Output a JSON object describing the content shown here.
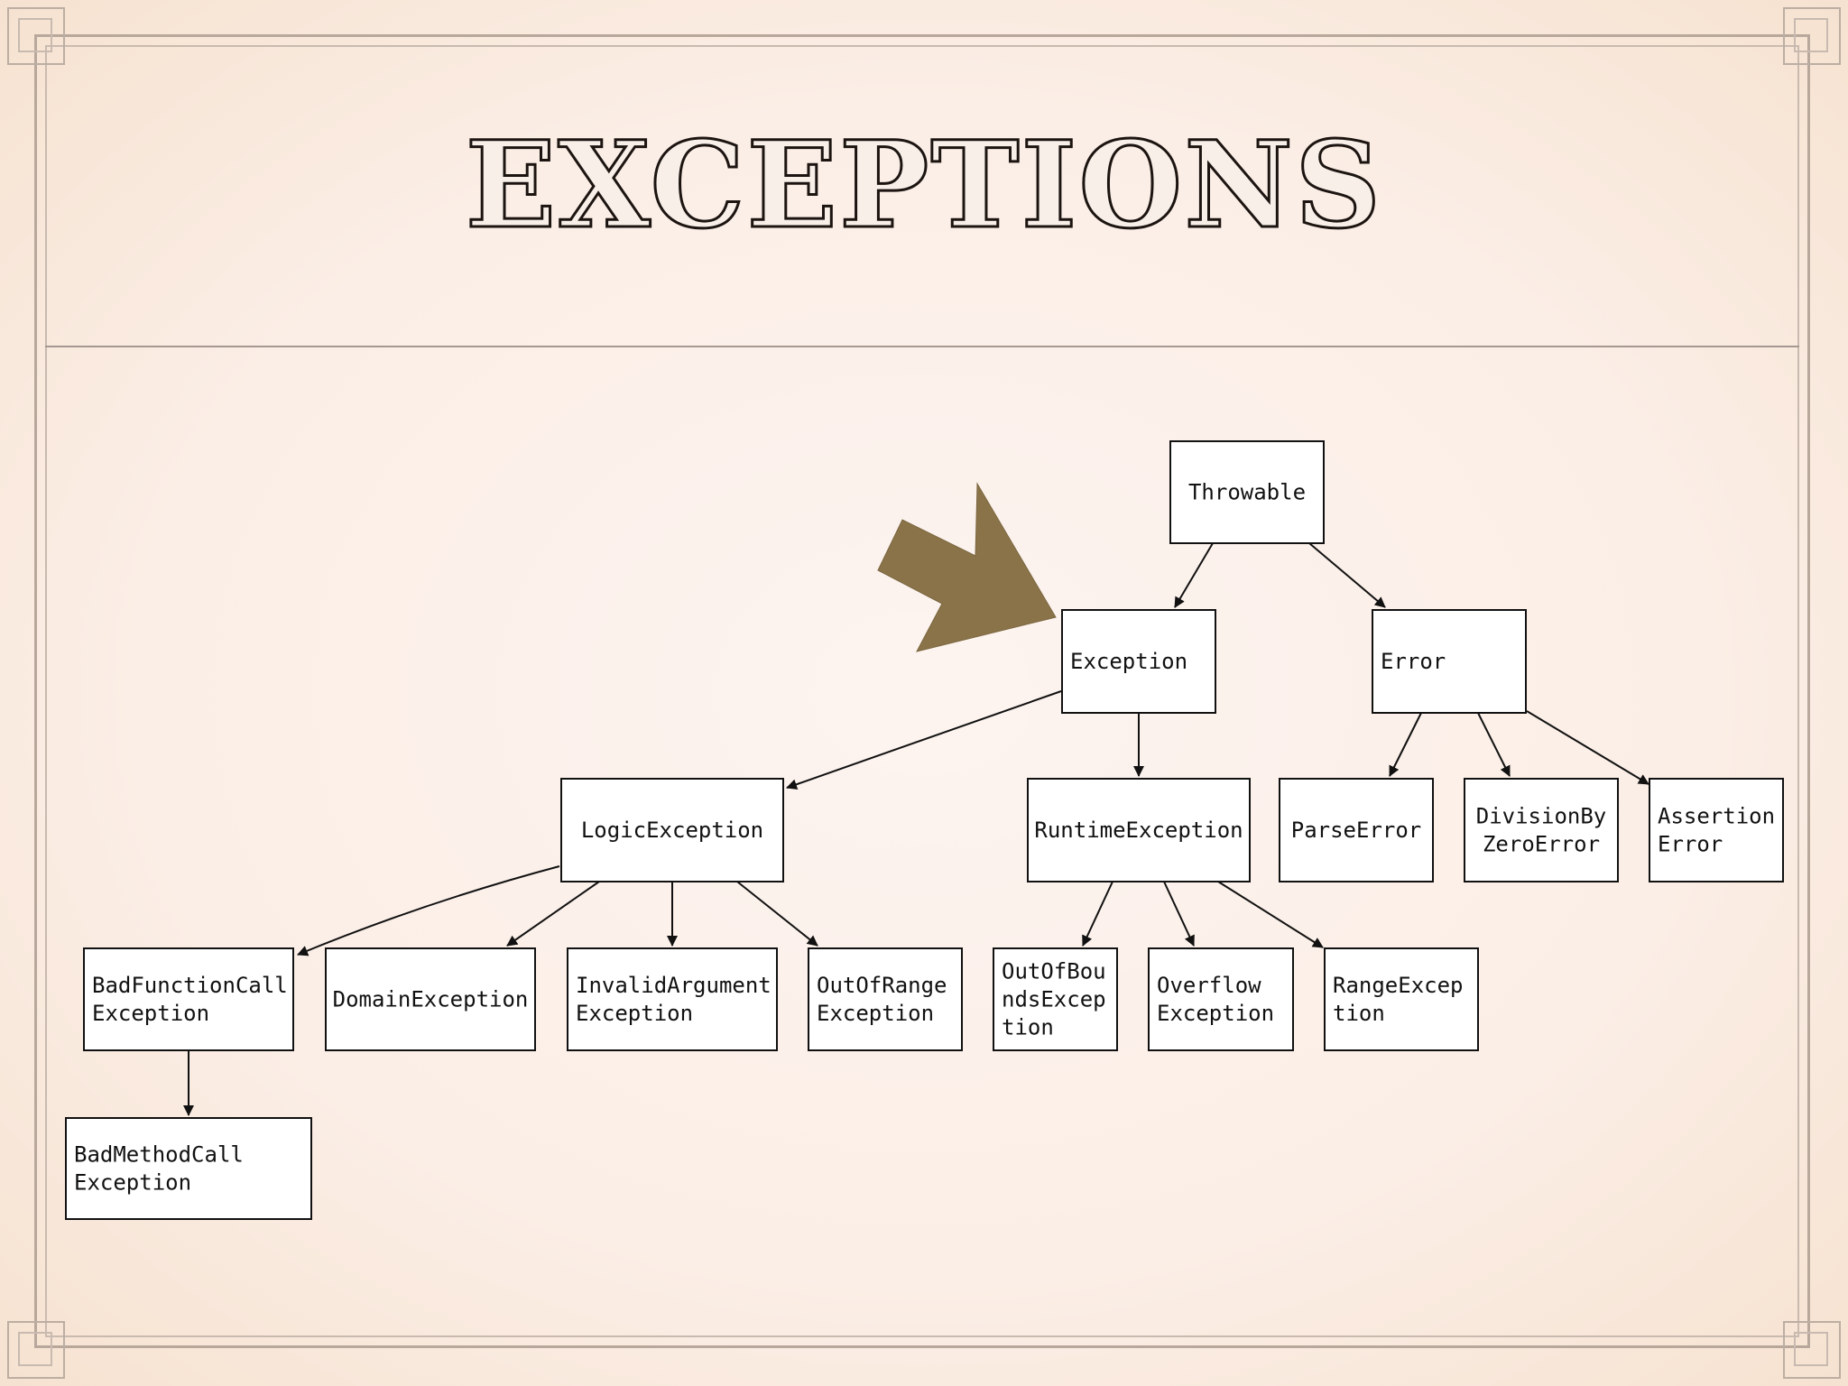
{
  "slide": {
    "title": "EXCEPTIONS"
  },
  "colors": {
    "background": "#fbeee6",
    "pointer_arrow": "#8a7348",
    "node_fill": "#ffffff",
    "node_stroke": "#111111"
  },
  "pointer": {
    "icon": "arrow-pointer-icon",
    "points_to": "exception"
  },
  "diagram": {
    "nodes": [
      {
        "id": "throwable",
        "lines": [
          "Throwable"
        ]
      },
      {
        "id": "exception",
        "lines": [
          "Exception"
        ]
      },
      {
        "id": "error",
        "lines": [
          "Error"
        ]
      },
      {
        "id": "logic",
        "lines": [
          "LogicException"
        ]
      },
      {
        "id": "runtime",
        "lines": [
          "RuntimeException"
        ]
      },
      {
        "id": "parse",
        "lines": [
          "ParseError"
        ]
      },
      {
        "id": "divzero",
        "lines": [
          "DivisionBy",
          "ZeroError"
        ]
      },
      {
        "id": "assertion",
        "lines": [
          "Assertion",
          "Error"
        ]
      },
      {
        "id": "badfunc",
        "lines": [
          "BadFunctionCall",
          "Exception"
        ]
      },
      {
        "id": "domain",
        "lines": [
          "DomainException"
        ]
      },
      {
        "id": "invalidarg",
        "lines": [
          "InvalidArgument",
          "Exception"
        ]
      },
      {
        "id": "outofrange",
        "lines": [
          "OutOfRange",
          "Exception"
        ]
      },
      {
        "id": "outofbounds",
        "lines": [
          "OutOfBou",
          "ndsExcep",
          "tion"
        ]
      },
      {
        "id": "overflow",
        "lines": [
          "Overflow",
          "Exception"
        ]
      },
      {
        "id": "range",
        "lines": [
          "RangeExcep",
          "tion"
        ]
      },
      {
        "id": "badmethod",
        "lines": [
          "BadMethodCall",
          "Exception"
        ]
      }
    ],
    "edges": [
      [
        "throwable",
        "exception"
      ],
      [
        "throwable",
        "error"
      ],
      [
        "exception",
        "logic"
      ],
      [
        "exception",
        "runtime"
      ],
      [
        "error",
        "parse"
      ],
      [
        "error",
        "divzero"
      ],
      [
        "error",
        "assertion"
      ],
      [
        "logic",
        "badfunc"
      ],
      [
        "logic",
        "domain"
      ],
      [
        "logic",
        "invalidarg"
      ],
      [
        "logic",
        "outofrange"
      ],
      [
        "runtime",
        "outofbounds"
      ],
      [
        "runtime",
        "overflow"
      ],
      [
        "runtime",
        "range"
      ],
      [
        "badfunc",
        "badmethod"
      ]
    ]
  }
}
